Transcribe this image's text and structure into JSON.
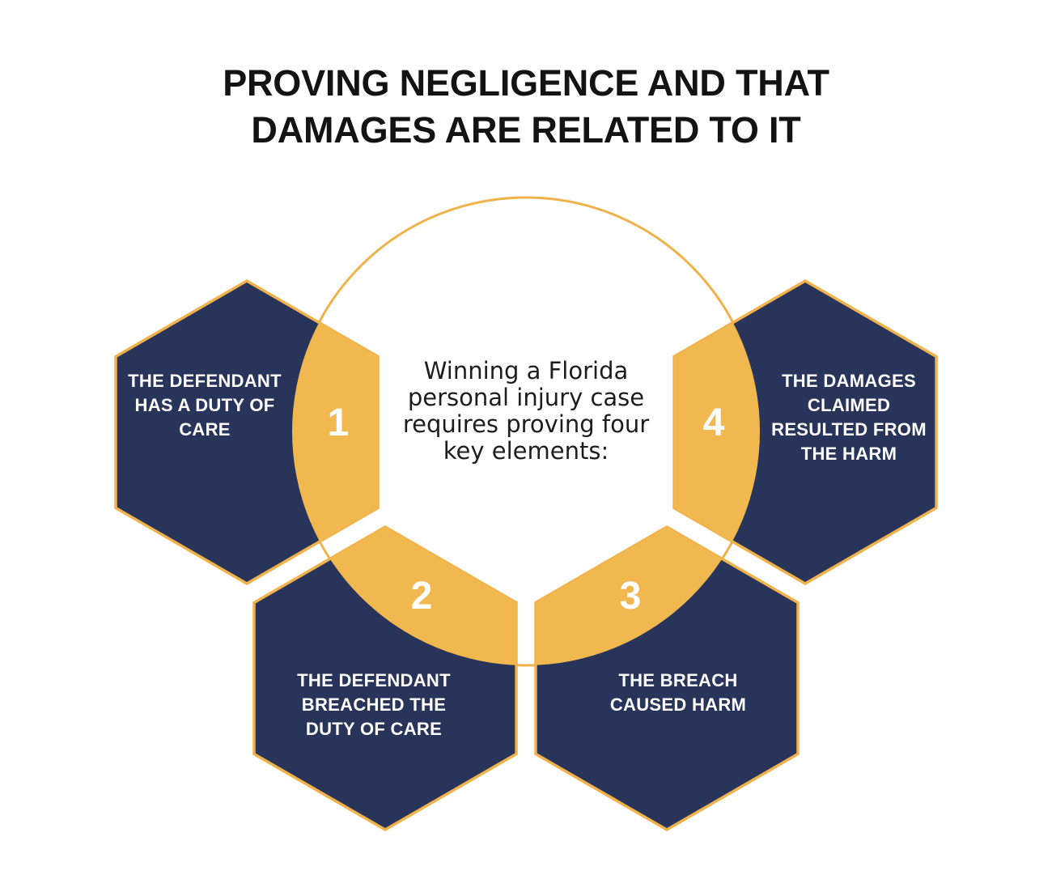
{
  "title": "PROVING NEGLIGENCE AND THAT\nDAMAGES ARE RELATED TO IT",
  "center": {
    "text": "Winning a Florida\npersonal injury case\nrequires proving four\nkey elements:"
  },
  "elements": [
    {
      "number": "1",
      "label": "THE DEFENDANT\nHAS A DUTY OF\nCARE"
    },
    {
      "number": "2",
      "label": "THE DEFENDANT\nBREACHED THE\nDUTY OF CARE"
    },
    {
      "number": "3",
      "label": "THE BREACH\nCAUSED HARM"
    },
    {
      "number": "4",
      "label": "THE DAMAGES\nCLAIMED\nRESULTED FROM\nTHE HARM"
    }
  ],
  "colors": {
    "navy": "#29345B",
    "orange": "#F1B850",
    "orange_border": "#F0B24A",
    "title_text": "#131313",
    "body_text": "#1D1D1F",
    "label_text": "#FFFFFF"
  }
}
